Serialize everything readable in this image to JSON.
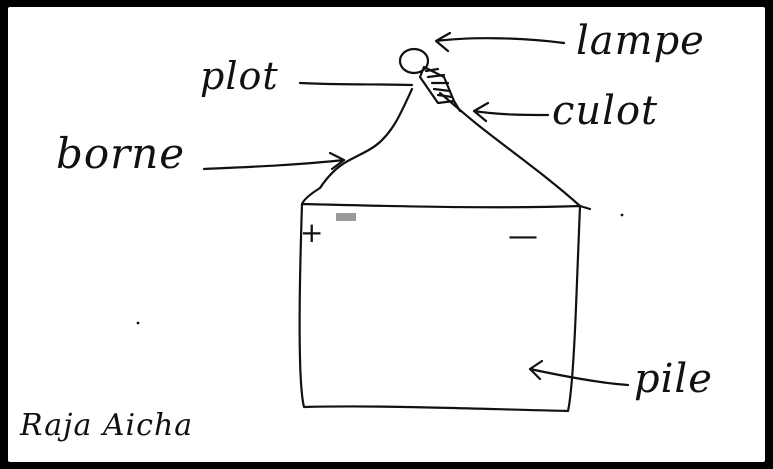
{
  "labels": {
    "lampe": "lampe",
    "plot": "plot",
    "culot": "culot",
    "borne": "borne",
    "pile": "pile",
    "author": "Raja Aicha"
  },
  "signs": {
    "positive": "+",
    "negative": "—"
  },
  "colors": {
    "frame": "#000000",
    "paper": "#ffffff",
    "ink": "#111111",
    "mark": "#9a9a9a"
  }
}
